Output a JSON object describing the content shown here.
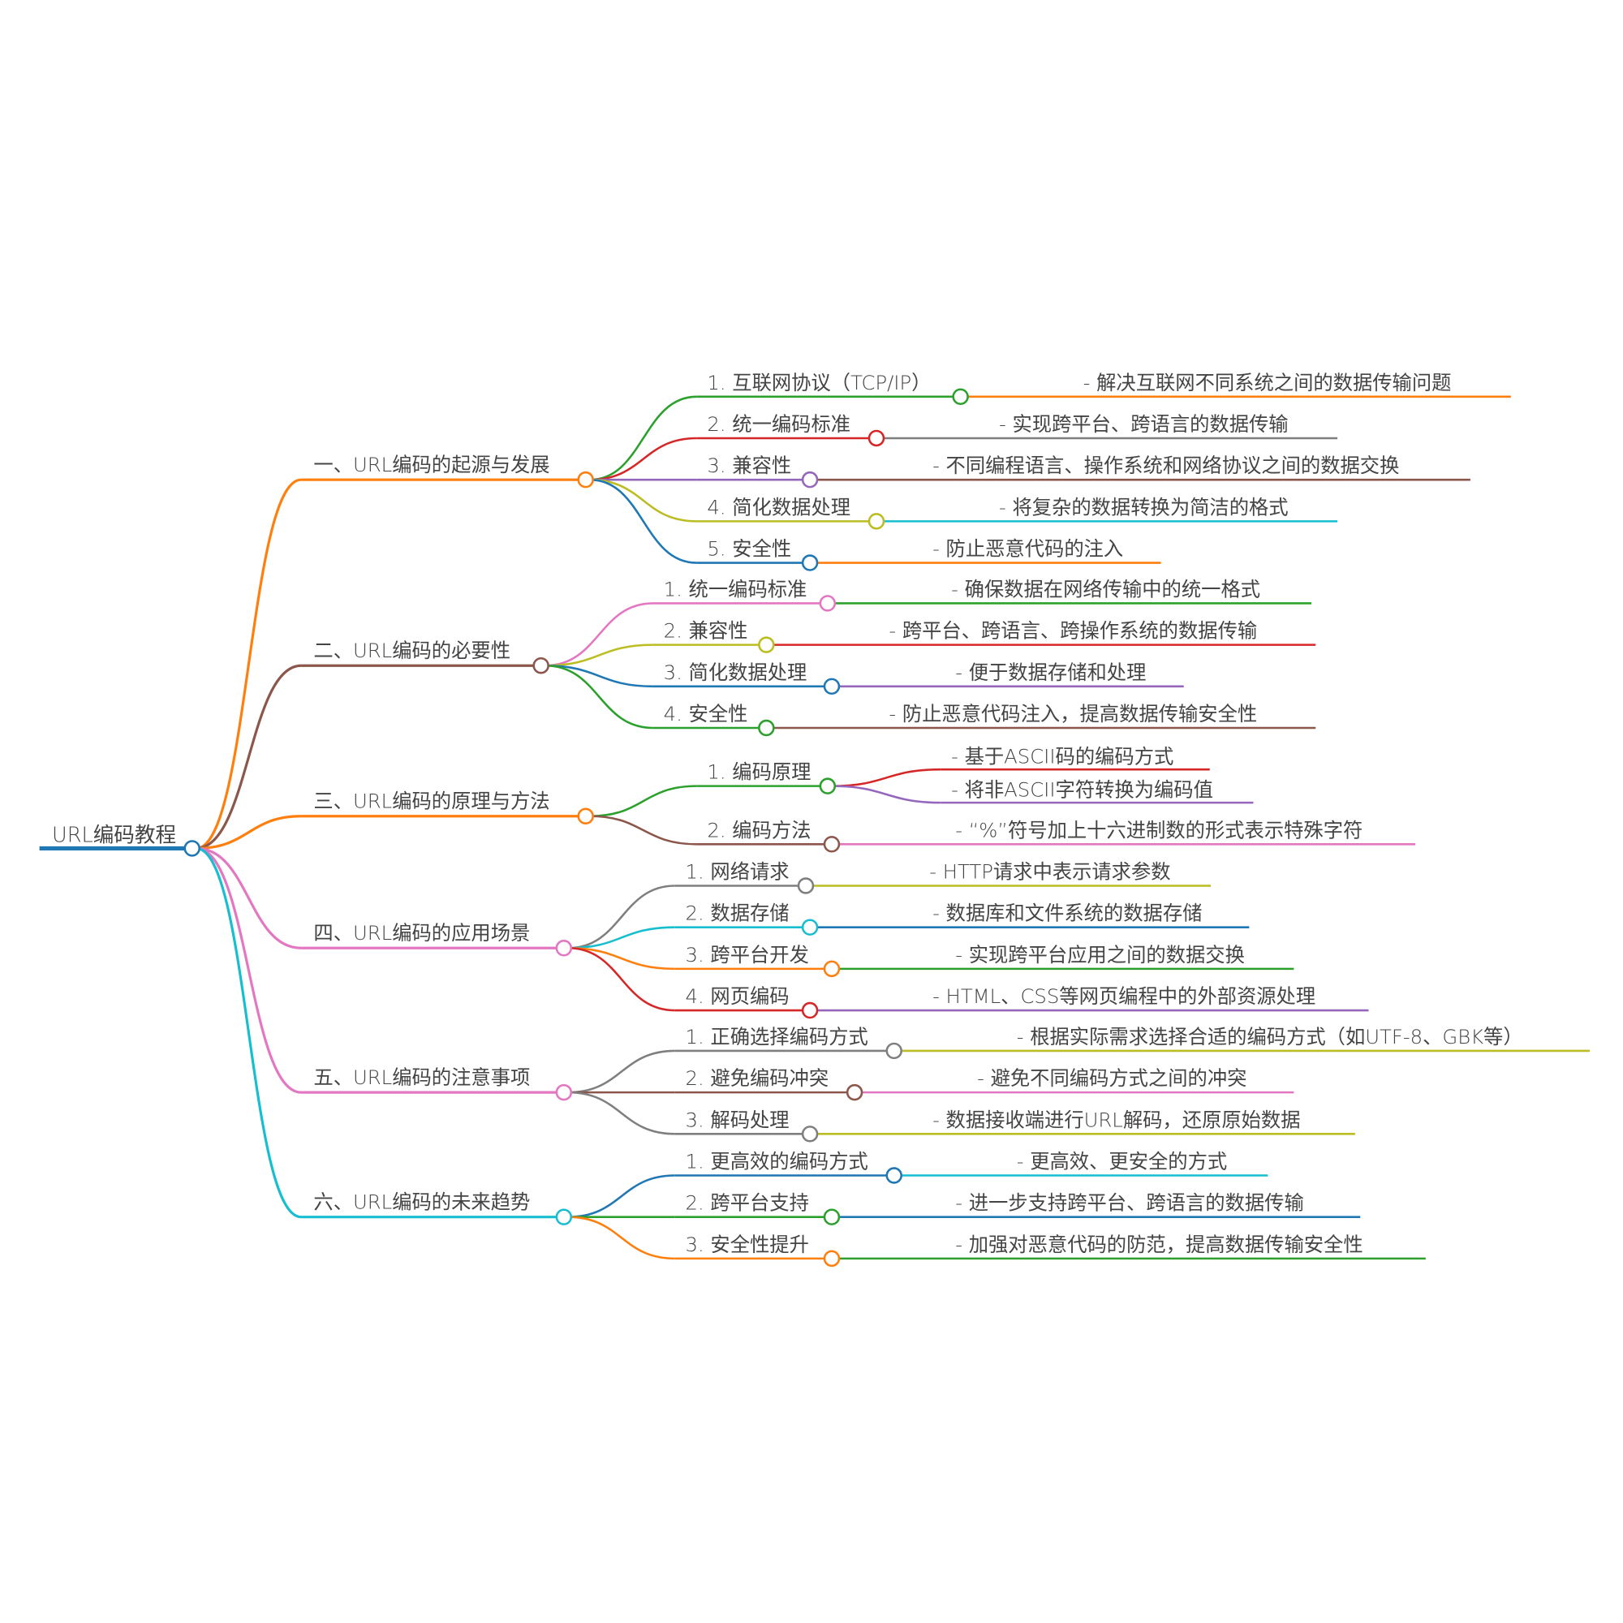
{
  "colors": {
    "orange": "#ff7f0e",
    "brown": "#8c564b",
    "pink": "#e377c2",
    "cyan": "#17becf",
    "green": "#2ca02c",
    "red": "#d62728",
    "purple": "#9467bd",
    "olive": "#bcbd22",
    "blue": "#1f77b4",
    "gray": "#7f7f7f"
  },
  "root": {
    "label": "URL编码教程",
    "color": "blue"
  },
  "branches": [
    {
      "label": "一、URL编码的起源与发展",
      "color": "orange",
      "children": [
        {
          "label": "1. 互联网协议（TCP/IP）",
          "color": "green",
          "leaves": [
            {
              "label": "- 解决互联网不同系统之间的数据传输问题",
              "color": "orange"
            }
          ]
        },
        {
          "label": "2. 统一编码标准",
          "color": "red",
          "leaves": [
            {
              "label": "- 实现跨平台、跨语言的数据传输",
              "color": "gray"
            }
          ]
        },
        {
          "label": "3. 兼容性",
          "color": "purple",
          "leaves": [
            {
              "label": "- 不同编程语言、操作系统和网络协议之间的数据交换",
              "color": "brown"
            }
          ]
        },
        {
          "label": "4. 简化数据处理",
          "color": "olive",
          "leaves": [
            {
              "label": "- 将复杂的数据转换为简洁的格式",
              "color": "cyan"
            }
          ]
        },
        {
          "label": "5. 安全性",
          "color": "blue",
          "leaves": [
            {
              "label": "- 防止恶意代码的注入",
              "color": "orange"
            }
          ]
        }
      ]
    },
    {
      "label": "二、URL编码的必要性",
      "color": "brown",
      "children": [
        {
          "label": "1. 统一编码标准",
          "color": "pink",
          "leaves": [
            {
              "label": "- 确保数据在网络传输中的统一格式",
              "color": "green"
            }
          ]
        },
        {
          "label": "2. 兼容性",
          "color": "olive",
          "leaves": [
            {
              "label": "- 跨平台、跨语言、跨操作系统的数据传输",
              "color": "red"
            }
          ]
        },
        {
          "label": "3. 简化数据处理",
          "color": "blue",
          "leaves": [
            {
              "label": "- 便于数据存储和处理",
              "color": "purple"
            }
          ]
        },
        {
          "label": "4. 安全性",
          "color": "green",
          "leaves": [
            {
              "label": "- 防止恶意代码注入，提高数据传输安全性",
              "color": "brown"
            }
          ]
        }
      ]
    },
    {
      "label": "三、URL编码的原理与方法",
      "color": "orange",
      "children": [
        {
          "label": "1. 编码原理",
          "color": "green",
          "leaves": [
            {
              "label": "- 基于ASCII码的编码方式",
              "color": "red"
            },
            {
              "label": "- 将非ASCII字符转换为编码值",
              "color": "purple"
            }
          ]
        },
        {
          "label": "2. 编码方法",
          "color": "brown",
          "leaves": [
            {
              "label": "- “%”符号加上十六进制数的形式表示特殊字符",
              "color": "pink"
            }
          ]
        }
      ]
    },
    {
      "label": "四、URL编码的应用场景",
      "color": "pink",
      "children": [
        {
          "label": "1. 网络请求",
          "color": "gray",
          "leaves": [
            {
              "label": "- HTTP请求中表示请求参数",
              "color": "olive"
            }
          ]
        },
        {
          "label": "2. 数据存储",
          "color": "cyan",
          "leaves": [
            {
              "label": "- 数据库和文件系统的数据存储",
              "color": "blue"
            }
          ]
        },
        {
          "label": "3. 跨平台开发",
          "color": "orange",
          "leaves": [
            {
              "label": "- 实现跨平台应用之间的数据交换",
              "color": "green"
            }
          ]
        },
        {
          "label": "4. 网页编码",
          "color": "red",
          "leaves": [
            {
              "label": "- HTML、CSS等网页编程中的外部资源处理",
              "color": "purple"
            }
          ]
        }
      ]
    },
    {
      "label": "五、URL编码的注意事项",
      "color": "pink",
      "children": [
        {
          "label": "1. 正确选择编码方式",
          "color": "gray",
          "leaves": [
            {
              "label": "- 根据实际需求选择合适的编码方式（如UTF-8、GBK等）",
              "color": "olive"
            }
          ]
        },
        {
          "label": "2. 避免编码冲突",
          "color": "brown",
          "leaves": [
            {
              "label": "- 避免不同编码方式之间的冲突",
              "color": "pink"
            }
          ]
        },
        {
          "label": "3. 解码处理",
          "color": "gray",
          "leaves": [
            {
              "label": "- 数据接收端进行URL解码，还原原始数据",
              "color": "olive"
            }
          ]
        }
      ]
    },
    {
      "label": "六、URL编码的未来趋势",
      "color": "cyan",
      "children": [
        {
          "label": "1. 更高效的编码方式",
          "color": "blue",
          "leaves": [
            {
              "label": "- 更高效、更安全的方式",
              "color": "cyan"
            }
          ]
        },
        {
          "label": "2. 跨平台支持",
          "color": "green",
          "leaves": [
            {
              "label": "- 进一步支持跨平台、跨语言的数据传输",
              "color": "blue"
            }
          ]
        },
        {
          "label": "3. 安全性提升",
          "color": "orange",
          "leaves": [
            {
              "label": "- 加强对恶意代码的防范，提高数据传输安全性",
              "color": "green"
            }
          ]
        }
      ]
    }
  ]
}
